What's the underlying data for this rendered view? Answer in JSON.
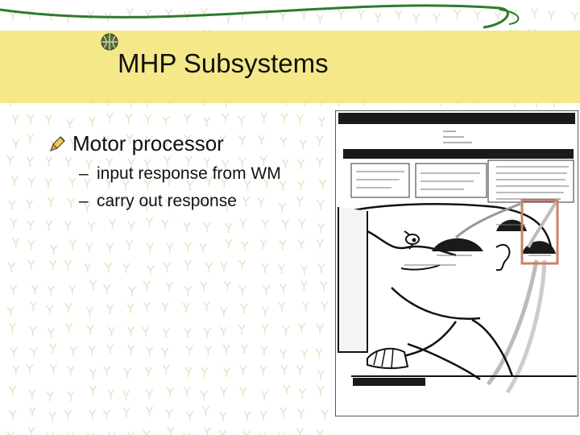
{
  "slide": {
    "title": "MHP Subsystems",
    "bullet": {
      "icon": "pencil-bullet-icon",
      "text": "Motor processor"
    },
    "subbullets": [
      {
        "dash": "–",
        "text": "input response from WM"
      },
      {
        "dash": "–",
        "text": "carry out response"
      }
    ]
  },
  "figure": {
    "icon": "model-human-processor-diagram",
    "description_labels": [],
    "highlight_color": "#c9826a"
  },
  "colors": {
    "title_band": "#f4e889",
    "swoosh": "#2f7a2f",
    "pattern": "#e2e8c9",
    "text": "#111111"
  }
}
